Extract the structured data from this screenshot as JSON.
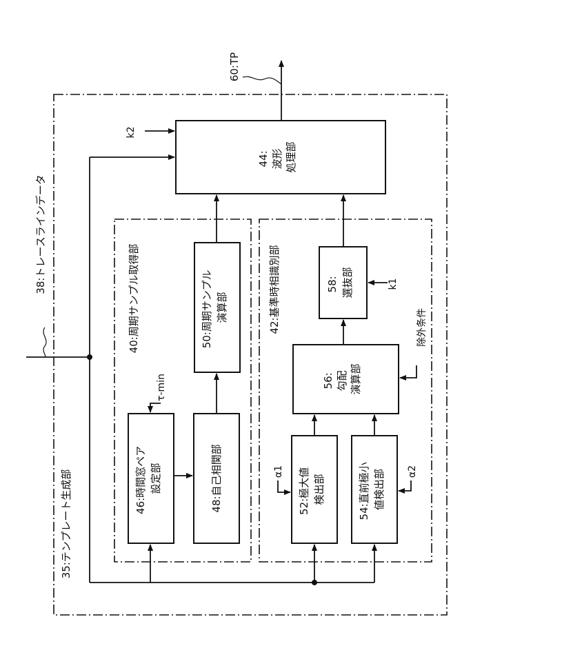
{
  "frames": {
    "outer": "35:テンプレート生成部",
    "period": "40:周期サンプル取得部",
    "ref": "42:基準時相識別部"
  },
  "io": {
    "trace_input": "38:トレースラインデータ",
    "output": "60:TP"
  },
  "blocks": {
    "b44": [
      "44:",
      "波形",
      "処理部"
    ],
    "b46": [
      "46:時間窓ペア",
      "設定部"
    ],
    "b48": [
      "48:自己相関部"
    ],
    "b50": [
      "50:周期サンプル",
      "演算部"
    ],
    "b52": [
      "52:極大値",
      "検出部"
    ],
    "b54": [
      "54:直前極小",
      "値検出部"
    ],
    "b56": [
      "56:",
      "勾配",
      "演算部"
    ],
    "b58": [
      "58:",
      "選抜部"
    ]
  },
  "signals": {
    "k2": "k2",
    "tau_min": "τ-min",
    "alpha1": "α1",
    "alpha2": "α2",
    "k1": "k1",
    "exclusion": "除外条件"
  }
}
